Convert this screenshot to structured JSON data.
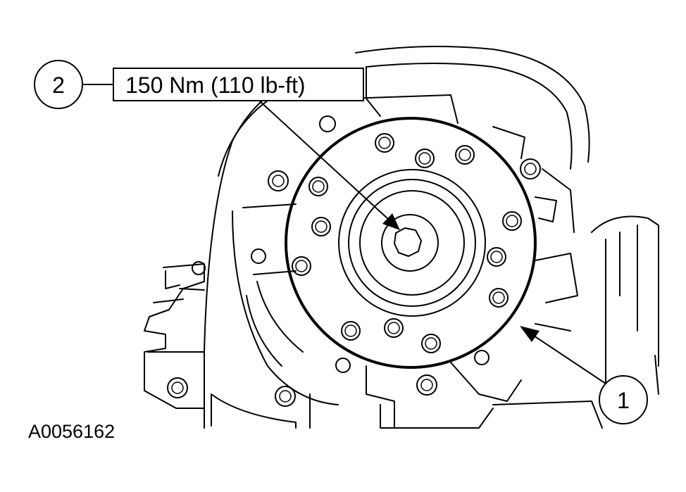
{
  "callouts": [
    {
      "number": "2",
      "label": "150 Nm (110 lb-ft)"
    },
    {
      "number": "1"
    }
  ],
  "figure_id": "A0056162"
}
